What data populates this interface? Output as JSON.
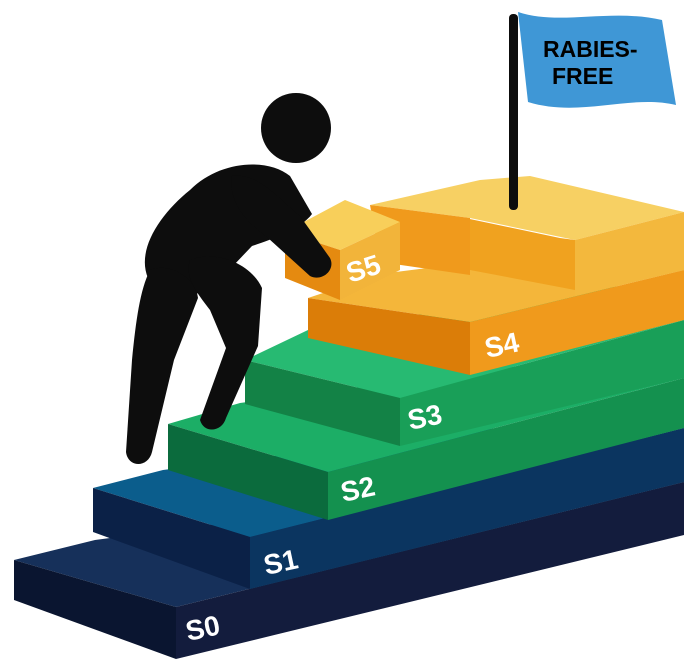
{
  "flag": {
    "line1": "RABIES-",
    "line2": "FREE",
    "color": "#3f97d6"
  },
  "steps": [
    {
      "label": "S0",
      "color": "#14213d"
    },
    {
      "label": "S1",
      "color": "#0b4f7a"
    },
    {
      "label": "S2",
      "color": "#17a05c"
    },
    {
      "label": "S3",
      "color": "#23b36a"
    },
    {
      "label": "S4",
      "color": "#f0a01e"
    },
    {
      "label": "S5",
      "color": "#f6c244"
    }
  ],
  "figure": {
    "description_icon": "person-climbing-icon",
    "color": "#0d0d0d"
  }
}
